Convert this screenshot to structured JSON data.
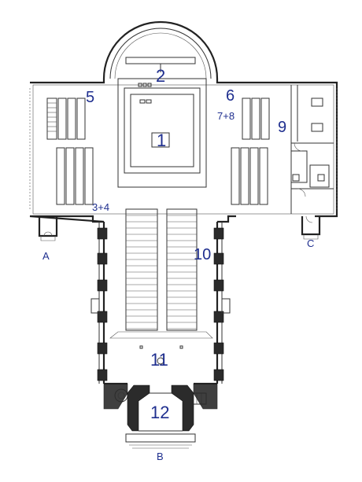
{
  "labels": {
    "n1": "1",
    "n2": "2",
    "n5": "5",
    "n6": "6",
    "n78": "7+8",
    "n9": "9",
    "n34": "3+4",
    "n10": "10",
    "n11": "11",
    "n12": "12"
  },
  "entrances": {
    "a": "A",
    "b": "B",
    "c": "C"
  },
  "colors": {
    "label": "#1f2f8f",
    "ink": "#222222"
  }
}
